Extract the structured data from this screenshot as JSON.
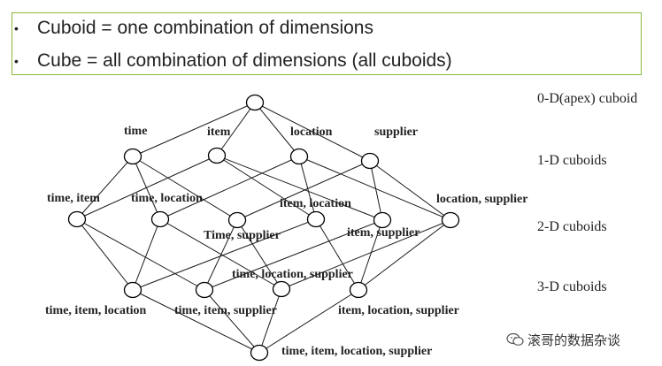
{
  "definitions": [
    {
      "bullet": "•",
      "text": "Cuboid = one combination of dimensions"
    },
    {
      "bullet": "•",
      "text": "Cube = all combination of dimensions  (all cuboids)"
    }
  ],
  "levels": {
    "apex": "0-D(apex) cuboid",
    "one_d": "1-D cuboids",
    "two_d": "2-D cuboids",
    "three_d": "3-D cuboids"
  },
  "nodes": {
    "apex": "",
    "time": "time",
    "item": "item",
    "location": "location",
    "supplier": "supplier",
    "time_item": "time, item",
    "time_location": "time, location",
    "time_supplier": "Time, supplier",
    "item_location": "item, location",
    "item_supplier": "item, supplier",
    "location_supplier": "location, supplier",
    "time_item_location": "time, item, location",
    "time_item_supplier": "time, item, supplier",
    "time_location_supplier": "time, location, supplier",
    "item_location_supplier": "item, location, supplier",
    "time_item_location_supplier": "time, item, location, supplier"
  },
  "watermark": "滚哥的数据杂谈"
}
